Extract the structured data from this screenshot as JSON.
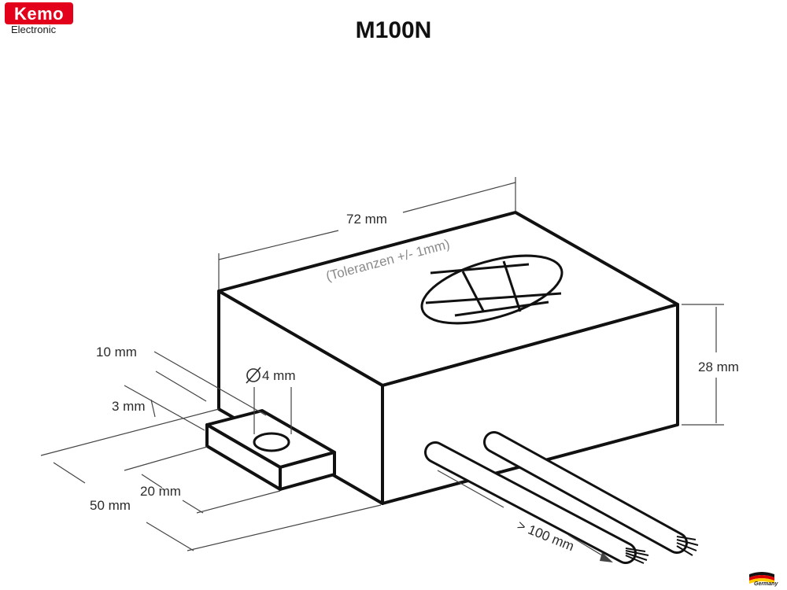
{
  "logo": {
    "brand": "Kemo",
    "subtitle": "Electronic",
    "country": "Germany"
  },
  "title": "M100N",
  "dimensions": {
    "length": "72 mm",
    "tolerance": "(Toleranzen +/- 1mm)",
    "height": "28 mm",
    "tab_offset": "10 mm",
    "tab_thickness": "3 mm",
    "hole_diameter": "4 mm",
    "tab_length": "20 mm",
    "width": "50 mm",
    "wire_length": "> 100 mm"
  },
  "colors": {
    "brand_red": "#e2001a",
    "line": "#111111",
    "dim_line": "#444444",
    "tolerance_text": "#8a8a8a"
  }
}
